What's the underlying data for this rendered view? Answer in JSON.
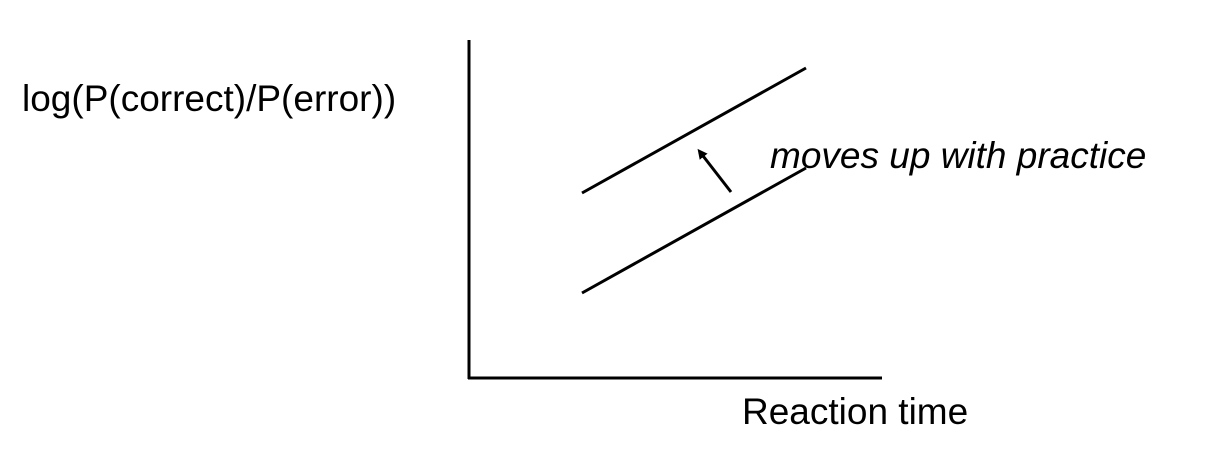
{
  "diagram": {
    "y_axis_label": "log(P(correct)/P(error))",
    "x_axis_label": "Reaction time",
    "annotation": "moves up with practice",
    "line_color": "#000000"
  }
}
